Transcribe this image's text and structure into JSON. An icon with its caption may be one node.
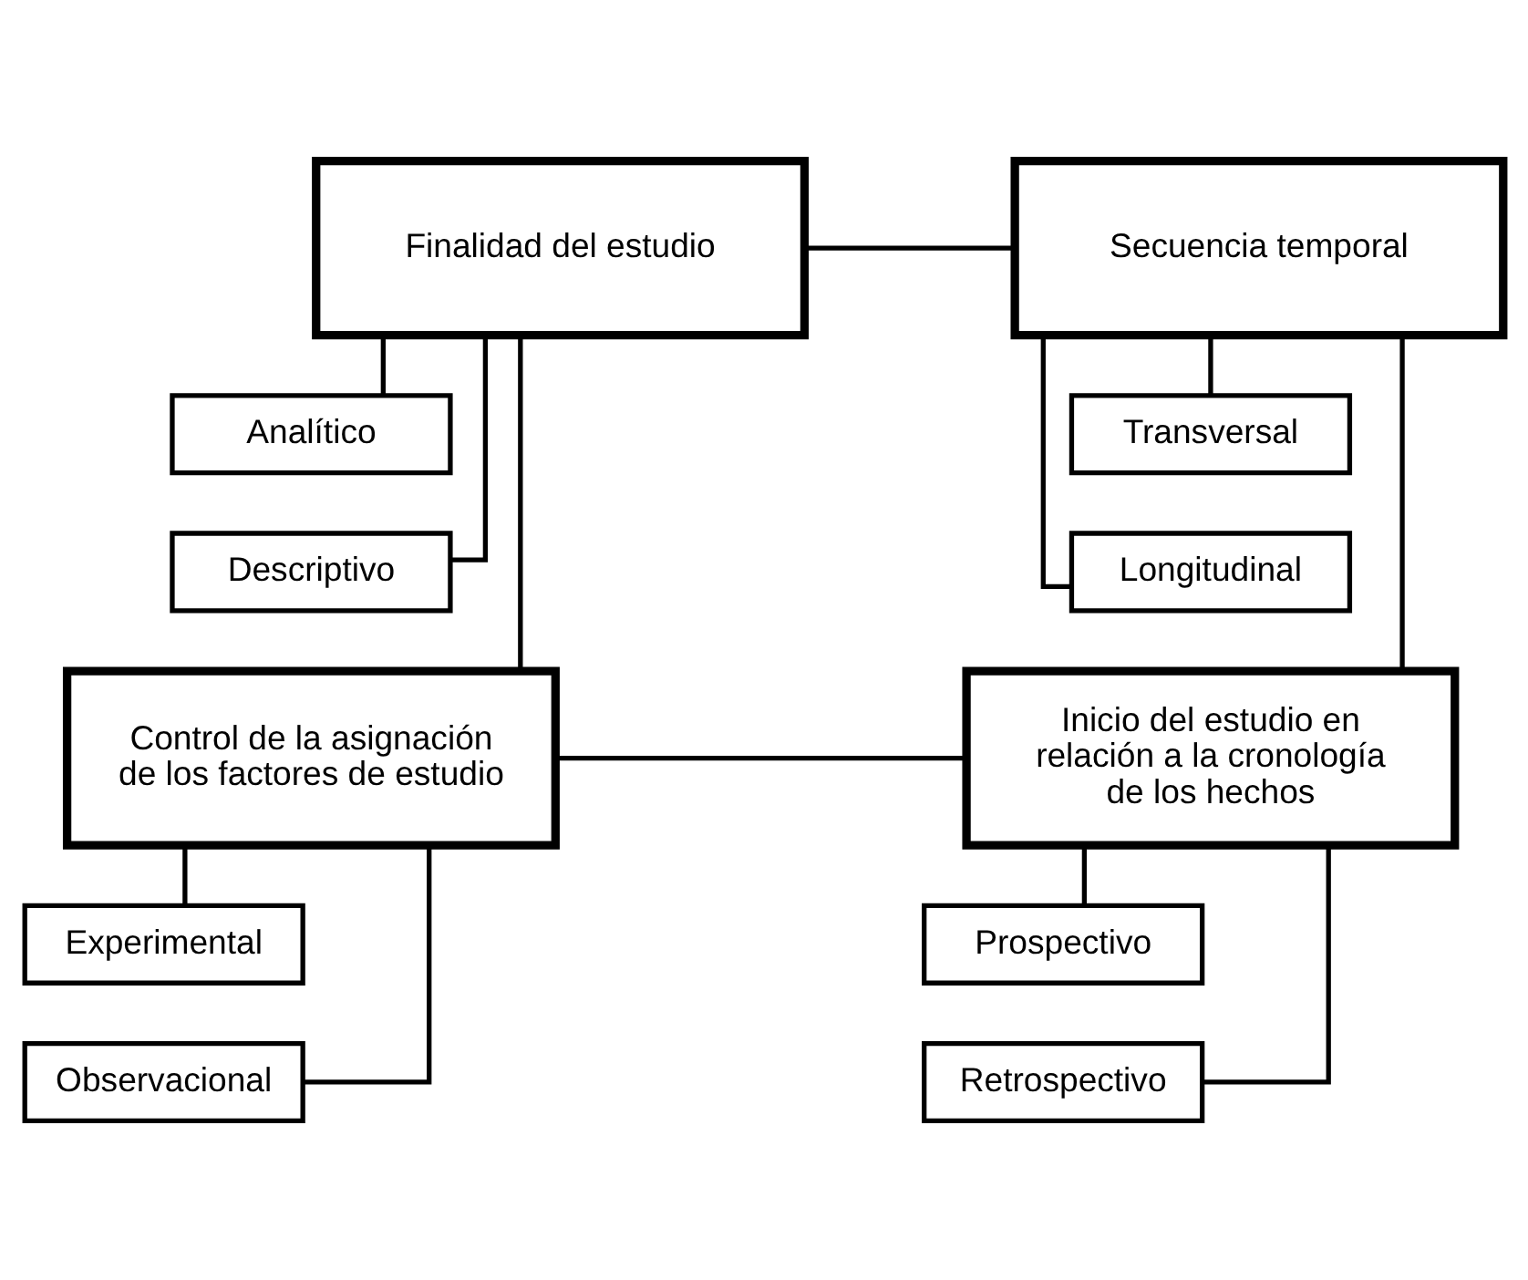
{
  "diagram": {
    "nodes": [
      {
        "text": [
          "Finalidad del estudio"
        ]
      },
      {
        "text": [
          "Analítico"
        ]
      },
      {
        "text": [
          "Descriptivo"
        ]
      },
      {
        "text": [
          "Secuencia temporal"
        ]
      },
      {
        "text": [
          "Transversal"
        ]
      },
      {
        "text": [
          "Longitudinal"
        ]
      },
      {
        "text": [
          "Control de la asignación de los factores de estudio"
        ]
      },
      {
        "text": [
          "Experimental"
        ]
      },
      {
        "text": [
          "Observacional"
        ]
      },
      {
        "text": [
          "Inicio del estudio en relación a la cronología de los hechos"
        ]
      },
      {
        "text": [
          "Prospectivo"
        ]
      },
      {
        "text": [
          "Retrospectivo"
        ]
      }
    ],
    "edges": [
      {
        "from": 0,
        "to": 3,
        "arrow": "none"
      },
      {
        "from": 0,
        "to": 6,
        "arrow": "none"
      },
      {
        "from": 3,
        "to": 9,
        "arrow": "none"
      },
      {
        "from": 6,
        "to": 9,
        "arrow": "none"
      },
      {
        "from": 0,
        "to": 1,
        "arrow": "none"
      },
      {
        "from": 0,
        "to": 2,
        "arrow": "none"
      },
      {
        "from": 3,
        "to": 4,
        "arrow": "none"
      },
      {
        "from": 3,
        "to": 5,
        "arrow": "none"
      },
      {
        "from": 6,
        "to": 7,
        "arrow": "none"
      },
      {
        "from": 6,
        "to": 8,
        "arrow": "none"
      },
      {
        "from": 9,
        "to": 10,
        "arrow": "none"
      },
      {
        "from": 9,
        "to": 11,
        "arrow": "none"
      }
    ]
  }
}
